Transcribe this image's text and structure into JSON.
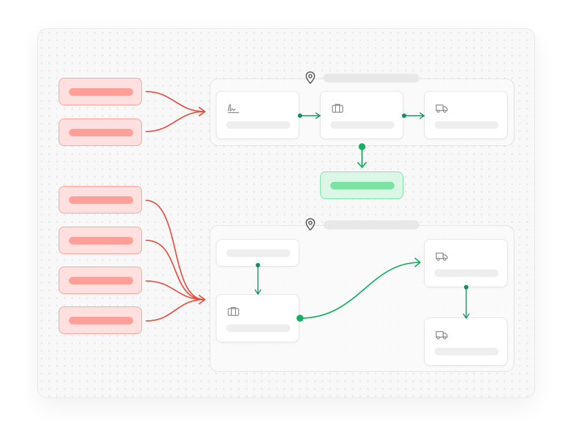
{
  "colors": {
    "source_fill": "#ffe0de",
    "source_stroke": "#ff9f97",
    "source_edge": "#e8503f",
    "hub_fill": "#daf7e6",
    "hub_stroke": "#7ee3a7",
    "flow_edge": "#13925e",
    "card_placeholder": "#eeeeee"
  },
  "top_group": {
    "header_icon": "location-pin-icon",
    "cards": [
      {
        "icon": "signature-icon"
      },
      {
        "icon": "briefcase-icon"
      },
      {
        "icon": "truck-icon"
      }
    ]
  },
  "bottom_group": {
    "header_icon": "location-pin-icon",
    "cards": [
      {
        "icon": "none"
      },
      {
        "icon": "briefcase-icon"
      },
      {
        "icon": "truck-icon"
      },
      {
        "icon": "truck-icon"
      }
    ]
  },
  "sources_top_count": 2,
  "sources_bottom_count": 4
}
